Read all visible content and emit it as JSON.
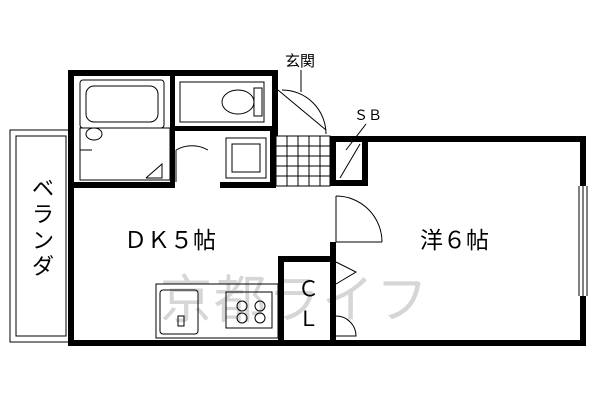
{
  "labels": {
    "entrance": "玄関",
    "shoe_box": "ＳＢ",
    "dk": "ＤＫ５帖",
    "western_room": "洋６帖",
    "veranda": [
      "ベ",
      "ラ",
      "ン",
      "ダ"
    ],
    "closet": [
      "Ｃ",
      "Ｌ"
    ]
  },
  "watermark": "京都ライフ",
  "colors": {
    "wall": "#000000",
    "line": "#000000",
    "watermark": "#d6d6d6",
    "background": "#ffffff"
  }
}
